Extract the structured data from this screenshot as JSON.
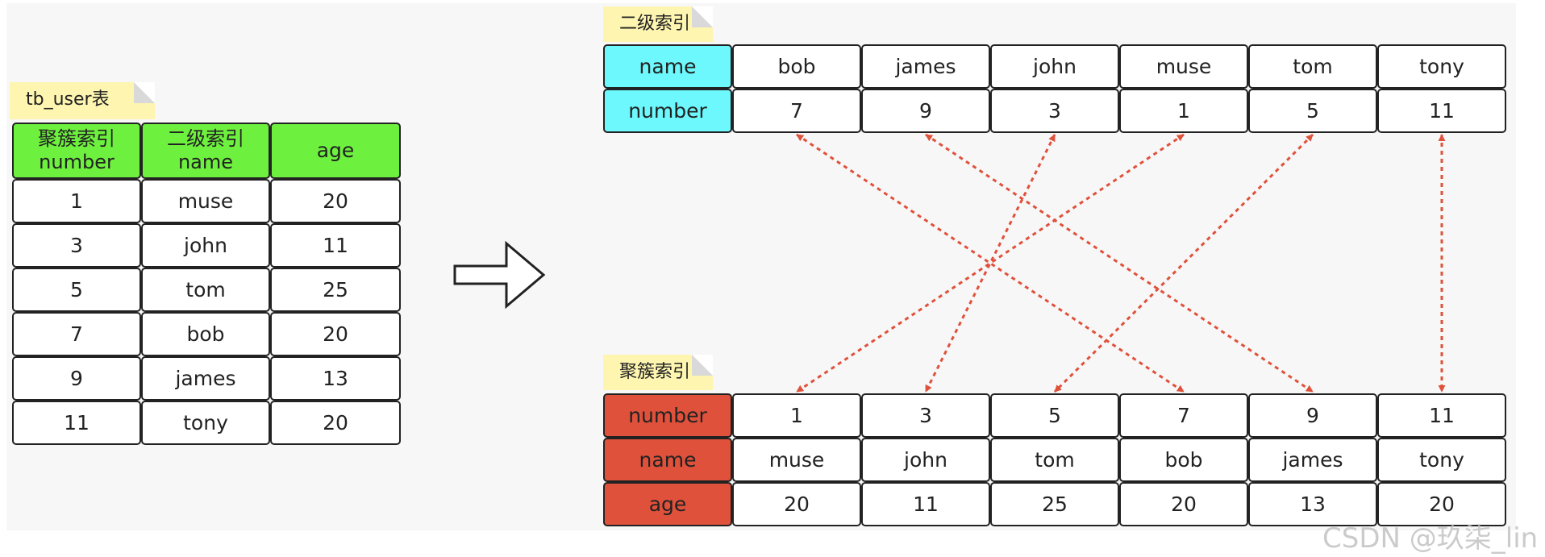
{
  "colors": {
    "canvas": "#f7f7f7",
    "note": "#fdf5b0",
    "header_green": "#6ef13e",
    "secondary_key": "#6cf8fd",
    "clustered_key": "#e0513b",
    "arrow": "#e0513b"
  },
  "left_table": {
    "title": "tb_user表",
    "headers": [
      "聚簇索引\nnumber",
      "二级索引\nname",
      "age"
    ],
    "rows": [
      [
        "1",
        "muse",
        "20"
      ],
      [
        "3",
        "john",
        "11"
      ],
      [
        "5",
        "tom",
        "25"
      ],
      [
        "7",
        "bob",
        "20"
      ],
      [
        "9",
        "james",
        "13"
      ],
      [
        "11",
        "tony",
        "20"
      ]
    ]
  },
  "transform_arrow_icon": "right-arrow-icon",
  "secondary_index": {
    "title": "二级索引",
    "rows": [
      {
        "label": "name",
        "cells": [
          "bob",
          "james",
          "john",
          "muse",
          "tom",
          "tony"
        ]
      },
      {
        "label": "number",
        "cells": [
          "7",
          "9",
          "3",
          "1",
          "5",
          "11"
        ]
      }
    ]
  },
  "clustered_index": {
    "title": "聚簇索引",
    "rows": [
      {
        "label": "number",
        "cells": [
          "1",
          "3",
          "5",
          "7",
          "9",
          "11"
        ]
      },
      {
        "label": "name",
        "cells": [
          "muse",
          "john",
          "tom",
          "bob",
          "james",
          "tony"
        ]
      },
      {
        "label": "age",
        "cells": [
          "20",
          "11",
          "25",
          "20",
          "13",
          "20"
        ]
      }
    ]
  },
  "links": [
    {
      "from": 0,
      "to": 3
    },
    {
      "from": 1,
      "to": 4
    },
    {
      "from": 2,
      "to": 1
    },
    {
      "from": 3,
      "to": 0
    },
    {
      "from": 4,
      "to": 2
    },
    {
      "from": 5,
      "to": 5
    }
  ],
  "watermark": "CSDN @玖柒_lin"
}
